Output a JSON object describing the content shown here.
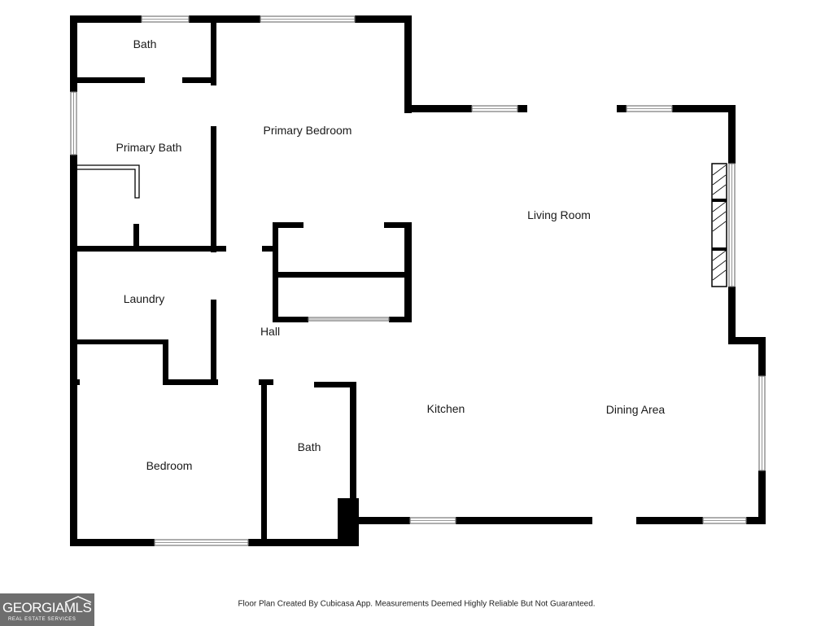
{
  "rooms": {
    "bath_upper": "Bath",
    "primary_bedroom": "Primary Bedroom",
    "primary_bath": "Primary Bath",
    "living_room": "Living Room",
    "laundry": "Laundry",
    "hall": "Hall",
    "kitchen": "Kitchen",
    "dining_area": "Dining Area",
    "bath_lower": "Bath",
    "bedroom": "Bedroom"
  },
  "footer": {
    "disclaimer": "Floor Plan Created By Cubicasa App. Measurements Deemed Highly Reliable But Not Guaranteed.",
    "logo_main": "GEORGIAMLS",
    "logo_sub": "REAL ESTATE SERVICES"
  },
  "colors": {
    "wall": "#000000",
    "window": "#777777",
    "background": "#ffffff",
    "logo_bg": "#6e6e6e"
  }
}
